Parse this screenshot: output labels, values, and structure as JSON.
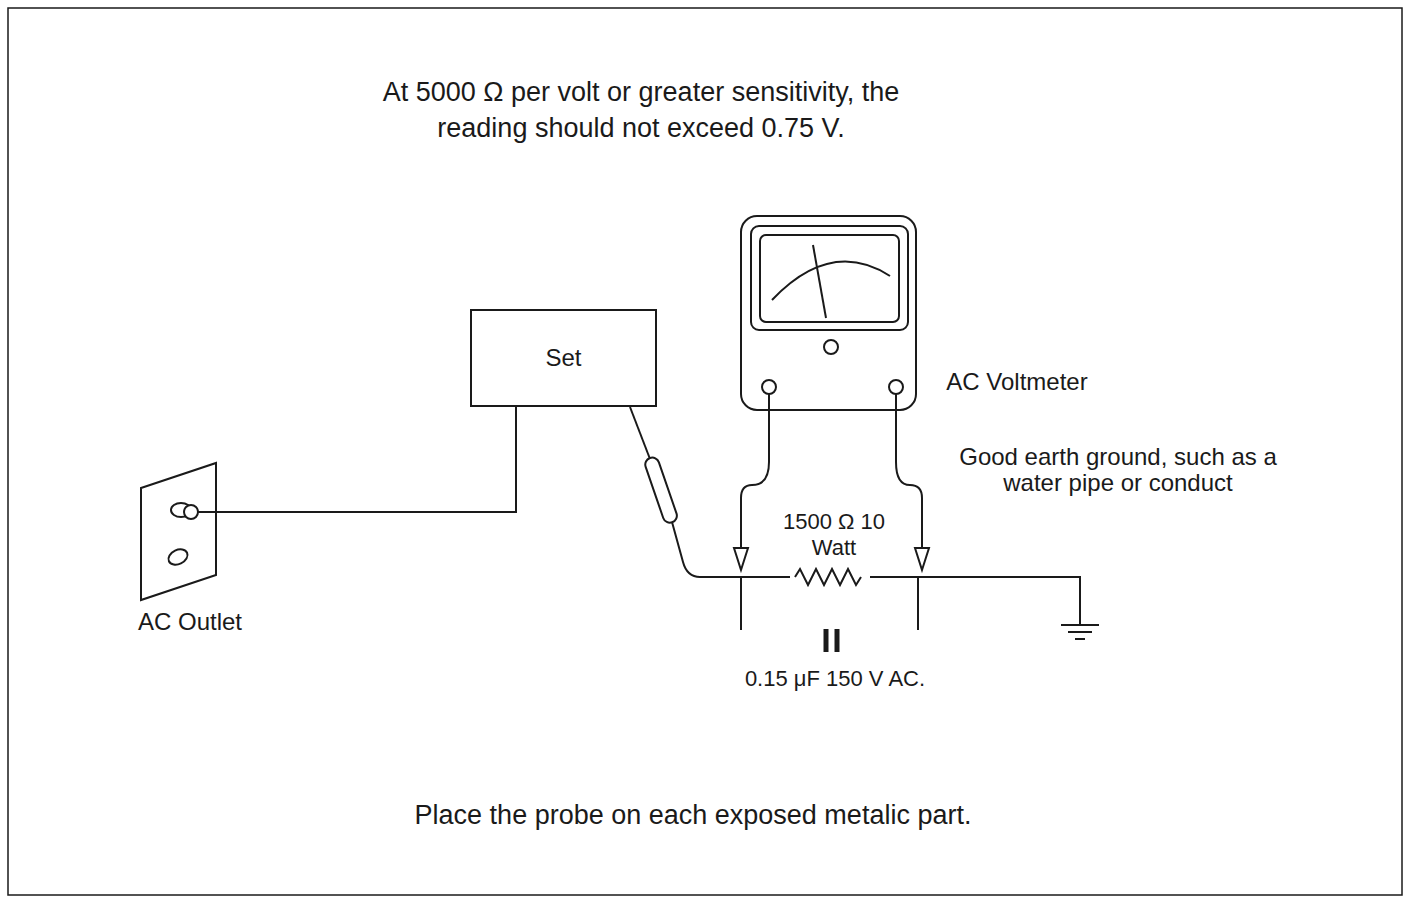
{
  "diagram": {
    "nodes": [
      {
        "text": [
          "Set"
        ]
      }
    ],
    "labels": [
      "At 5000 Ω per volt or greater sensitivity, the reading should not exceed 0.75 V.",
      "AC Voltmeter",
      "Good earth ground, such as a water pipe or conduct",
      "1500 Ω 10 Watt",
      "0.15 μF 150 V AC.",
      "AC Outlet",
      "Place the probe on each exposed metalic part."
    ]
  }
}
